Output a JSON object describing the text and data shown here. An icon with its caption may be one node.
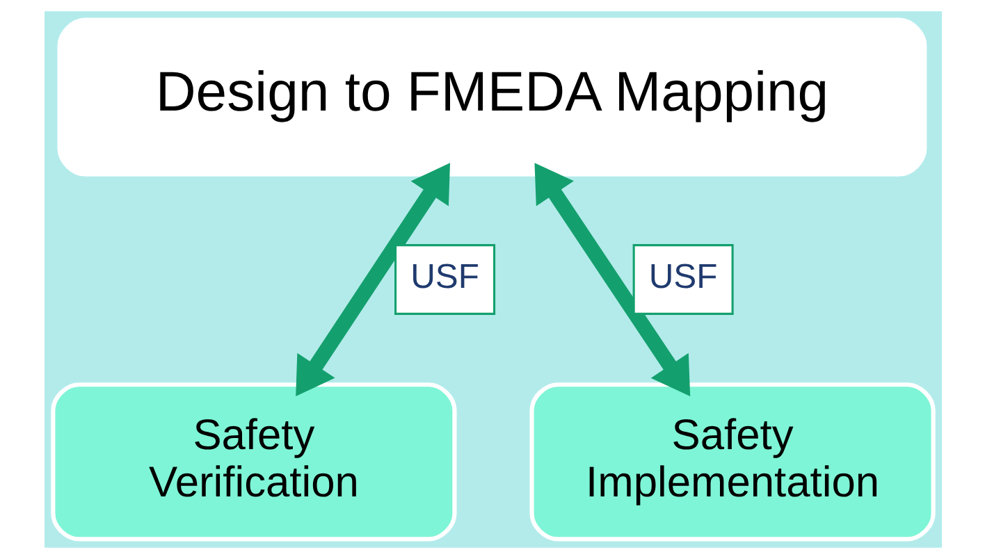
{
  "diagram": {
    "nodes": [
      {
        "text": [
          "Design to FMEDA Mapping"
        ]
      },
      {
        "text": [
          "Safety Verification"
        ]
      },
      {
        "text": [
          "Safety Implementation"
        ]
      }
    ],
    "edges": [
      {
        "from": 0,
        "to": 1,
        "arrow": "both",
        "label": "USF"
      },
      {
        "from": 0,
        "to": 2,
        "arrow": "both",
        "label": "USF"
      }
    ]
  }
}
